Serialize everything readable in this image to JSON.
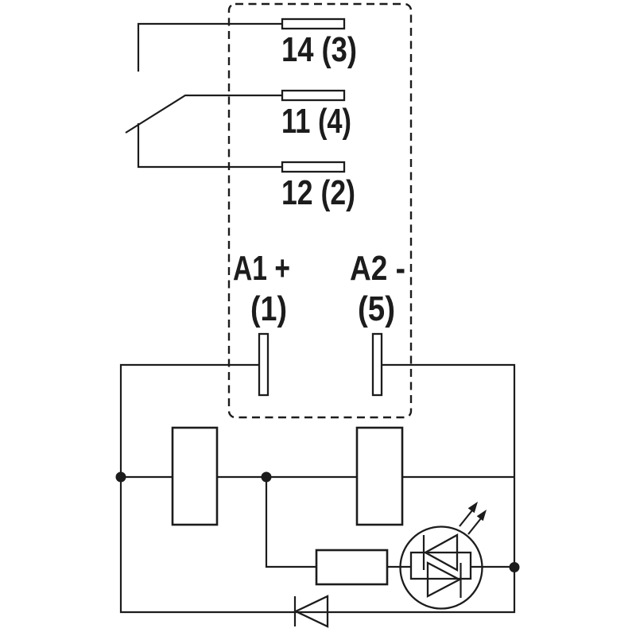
{
  "colors": {
    "line": "#1c1c1c",
    "background": "#ffffff"
  },
  "relay_diagram": {
    "contact_terminals": [
      {
        "label": "14 (3)"
      },
      {
        "label": "11 (4)"
      },
      {
        "label": "12 (2)"
      }
    ],
    "coil_terminals": [
      {
        "label": "A1 +",
        "pin": "(1)"
      },
      {
        "label": "A2 -",
        "pin": "(5)"
      }
    ],
    "icons": {
      "changeover_contact": "switch-arm-icon",
      "coil": "coil-rectangle-icon",
      "resistor": "resistor-icon",
      "led_indicator": "bidirectional-led-icon",
      "protection_diode": "diode-icon",
      "light_emission": "light-emission-arrows-icon"
    }
  }
}
